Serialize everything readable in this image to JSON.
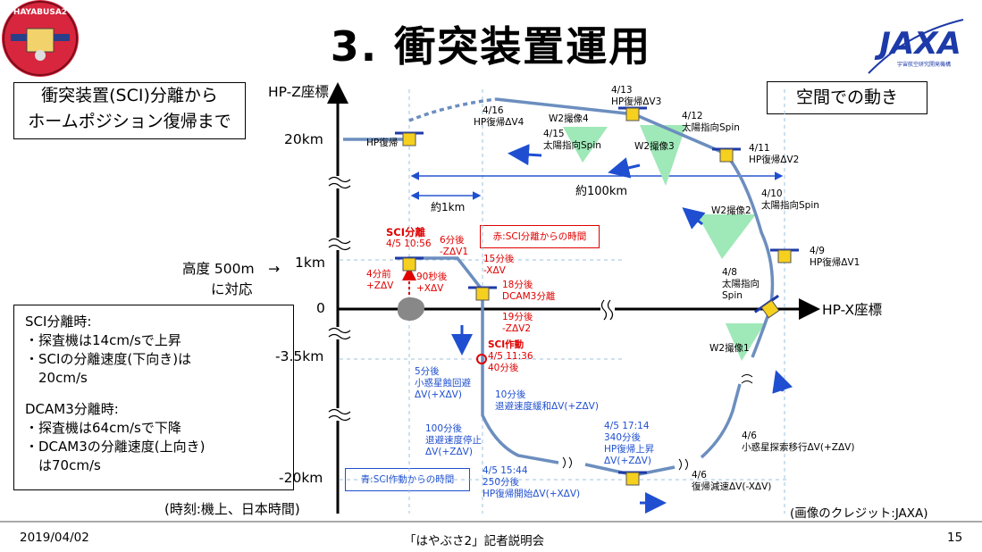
{
  "title": "3. 衝突装置運用",
  "logo": {
    "text": "HAYABUSA2"
  },
  "jaxa": {
    "text": "JAXA",
    "caption": "宇宙航空研究開発機構"
  },
  "boxes": {
    "top_left": [
      "衝突装置(SCI)分離から",
      "ホームポジション復帰まで"
    ],
    "top_right": "空間での動き",
    "bottom_left": [
      "SCI分離時:",
      "・探査機は14cm/sで上昇",
      "・SCIの分離速度(下向き)は",
      "　20cm/s",
      "",
      "DCAM3分離時:",
      "・探査機は64cm/sで下降",
      "・DCAM3の分離速度(上向き)",
      "　は70cm/s"
    ],
    "red_legend": "赤:SCI分離からの時間",
    "blue_legend": "青:SCI作動からの時間"
  },
  "axes": {
    "z_label": "HP-Z座標",
    "x_label": "HP-X座標",
    "ticks": {
      "z20": "20km",
      "z1": "1km",
      "z0": "0",
      "zm35": "-3.5km",
      "zm20": "-20km"
    },
    "altitude_note": [
      "高度 500m　→",
      "に対応"
    ],
    "dist_1km": "約1km",
    "dist_100km": "約100km"
  },
  "labels": {
    "hp_return": "HP復帰",
    "l416": [
      "4/16",
      "HP復帰ΔV4"
    ],
    "l415": [
      "4/15",
      "太陽指向Spin"
    ],
    "w2_4": "W2撮像4",
    "l413": [
      "4/13",
      "HP復帰ΔV3"
    ],
    "w2_3": "W2撮像3",
    "l412": [
      "4/12",
      "太陽指向Spin"
    ],
    "l411": [
      "4/11",
      "HP復帰ΔV2"
    ],
    "l410": [
      "4/10",
      "太陽指向Spin"
    ],
    "w2_2": "W2撮像2",
    "l49": [
      "4/9",
      "HP復帰ΔV1"
    ],
    "l48": [
      "4/8",
      "太陽指向",
      "Spin"
    ],
    "w2_1": "W2撮像1",
    "l46a": [
      "4/6",
      "小惑星探索移行ΔV(+ZΔV)"
    ],
    "l46b": [
      "4/6",
      "復帰減速ΔV(-XΔV)"
    ],
    "l417": [
      "4/5 17:14",
      "340分後",
      "HP復帰上昇",
      "ΔV(+ZΔV)"
    ],
    "l4515": [
      "4/5 15:44",
      "250分後",
      "HP復帰開始ΔV(+XΔV)"
    ],
    "l100": [
      "100分後",
      "退避速度停止",
      "ΔV(+ZΔV)"
    ],
    "l10": [
      "10分後",
      "退避速度緩和ΔV(+ZΔV)"
    ],
    "l5": [
      "5分後",
      "小惑星蝕回避",
      "ΔV(+XΔV)"
    ],
    "sci_sep": [
      "SCI分離",
      "4/5 10:56"
    ],
    "r4": [
      "4分前",
      "+ZΔV"
    ],
    "r90": [
      "90秒後",
      "+XΔV"
    ],
    "r6": [
      "6分後",
      "-ZΔV1"
    ],
    "r15": [
      "15分後",
      "-XΔV"
    ],
    "r18": [
      "18分後",
      "DCAM3分離"
    ],
    "r19": [
      "19分後",
      "-ZΔV2"
    ],
    "sci_act": [
      "SCI作動",
      "4/5 11:36",
      "40分後"
    ]
  },
  "footer": {
    "time_note": "(時刻:機上、日本時間)",
    "credit": "(画像のクレジット:JAXA)",
    "date": "2019/04/02",
    "event": "「はやぶさ2」記者説明会",
    "page": "15"
  },
  "colors": {
    "path": "#6c8ebf",
    "red": "#e00000",
    "blue": "#1f4fd0",
    "cone": "#9fe8b8",
    "sat": "#f6d01e",
    "panel": "#1d3aa8"
  }
}
